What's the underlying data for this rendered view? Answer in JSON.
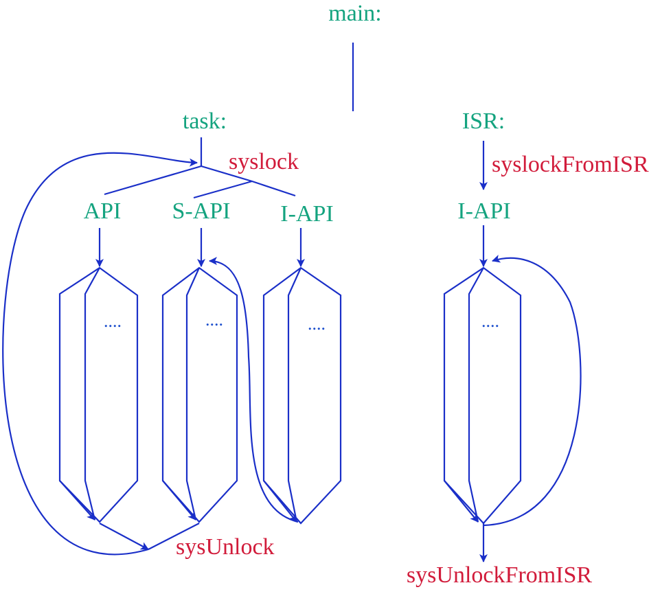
{
  "labels": {
    "main": "main:",
    "task": "task:",
    "isr": "ISR:",
    "syslock": "syslock",
    "syslock_from_isr": "syslockFromISR",
    "api": "API",
    "s_api": "S-API",
    "i_api_task": "I-API",
    "i_api_isr": "I-API",
    "sys_unlock": "sysUnlock",
    "sys_unlock_from_isr": "sysUnlockFromISR",
    "ellipsis": "...."
  },
  "colors": {
    "context_label": "#14a37f",
    "lock_label": "#d11b3a",
    "edge": "#1a2fc8"
  }
}
